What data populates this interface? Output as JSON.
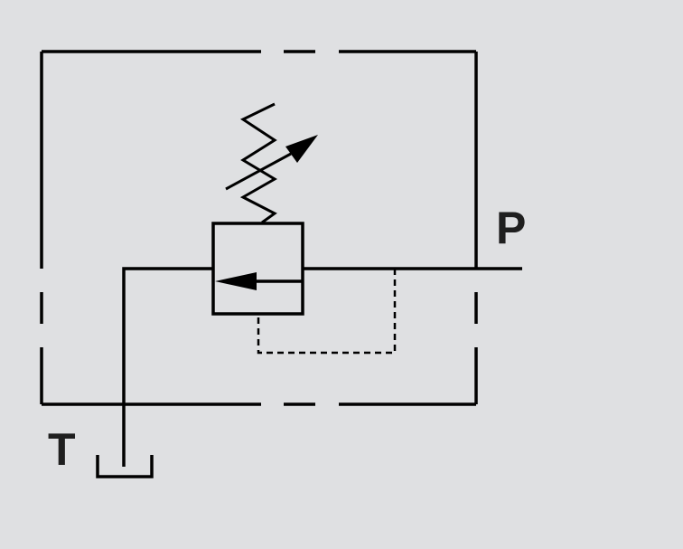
{
  "diagram": {
    "type": "hydraulic-pressure-relief-valve-symbol",
    "ports": {
      "pressure": "P",
      "tank": "T"
    },
    "colors": {
      "background": "#dfe0e2",
      "stroke": "#000000",
      "label": "#1f1f1f"
    }
  }
}
